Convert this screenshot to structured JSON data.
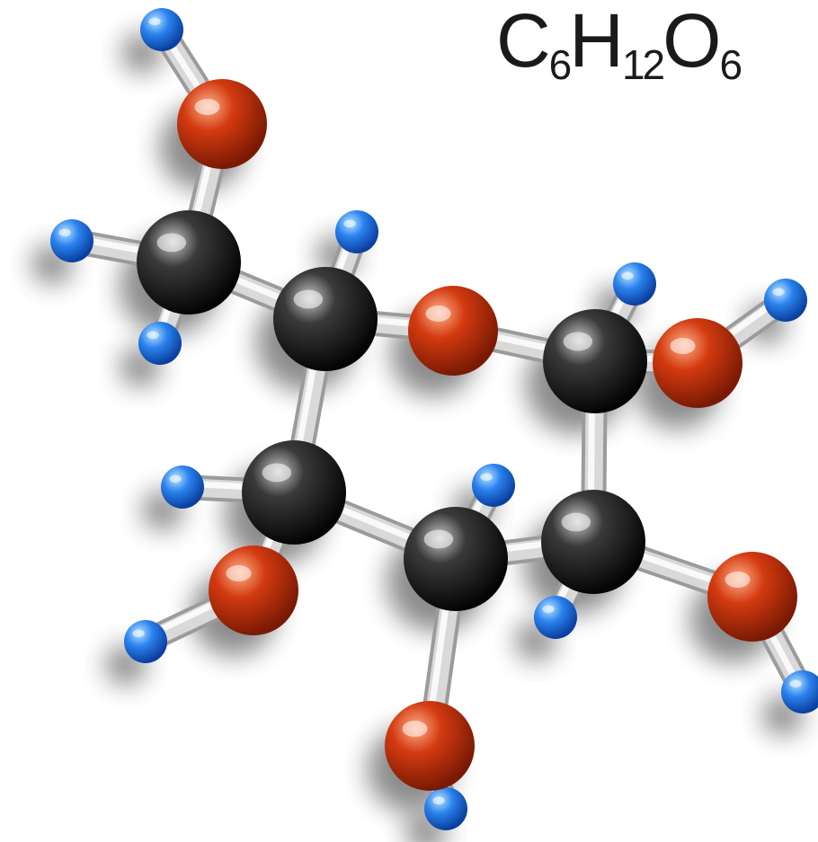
{
  "formula": {
    "symbols": [
      "C",
      "6",
      "H",
      "12",
      "O",
      "6"
    ]
  },
  "colors": {
    "carbon": "#1c1c1c",
    "oxygen": "#c8320c",
    "hydrogen": "#1f6fe0",
    "bond": "#d9d9d9",
    "background": "#ffffff"
  },
  "atoms": [
    {
      "id": "h1",
      "element": "H"
    },
    {
      "id": "o6",
      "element": "O"
    },
    {
      "id": "c6",
      "element": "C"
    },
    {
      "id": "h6a",
      "element": "H"
    },
    {
      "id": "h6b",
      "element": "H"
    },
    {
      "id": "c5",
      "element": "C"
    },
    {
      "id": "h5",
      "element": "H"
    },
    {
      "id": "o-ring",
      "element": "O"
    },
    {
      "id": "c1",
      "element": "C"
    },
    {
      "id": "h1c",
      "element": "H"
    },
    {
      "id": "o1",
      "element": "O"
    },
    {
      "id": "h1o",
      "element": "H"
    },
    {
      "id": "c4",
      "element": "C"
    },
    {
      "id": "h4",
      "element": "H"
    },
    {
      "id": "o4",
      "element": "O"
    },
    {
      "id": "h4o",
      "element": "H"
    },
    {
      "id": "c3",
      "element": "C"
    },
    {
      "id": "h3",
      "element": "H"
    },
    {
      "id": "o3",
      "element": "O"
    },
    {
      "id": "h3o",
      "element": "H"
    },
    {
      "id": "c2",
      "element": "C"
    },
    {
      "id": "h2",
      "element": "H"
    },
    {
      "id": "o2",
      "element": "O"
    },
    {
      "id": "h2o",
      "element": "H"
    }
  ],
  "bonds": [
    [
      "h1",
      "o6"
    ],
    [
      "o6",
      "c6"
    ],
    [
      "c6",
      "h6a"
    ],
    [
      "c6",
      "h6b"
    ],
    [
      "c6",
      "c5"
    ],
    [
      "c5",
      "h5"
    ],
    [
      "c5",
      "o-ring"
    ],
    [
      "o-ring",
      "c1"
    ],
    [
      "c1",
      "h1c"
    ],
    [
      "c1",
      "o1"
    ],
    [
      "o1",
      "h1o"
    ],
    [
      "c5",
      "c4"
    ],
    [
      "c4",
      "h4"
    ],
    [
      "c4",
      "o4"
    ],
    [
      "o4",
      "h4o"
    ],
    [
      "c4",
      "c3"
    ],
    [
      "c3",
      "h3"
    ],
    [
      "c3",
      "o3"
    ],
    [
      "o3",
      "h3o"
    ],
    [
      "c3",
      "c2"
    ],
    [
      "c2",
      "c1"
    ],
    [
      "c2",
      "h2"
    ],
    [
      "c2",
      "o2"
    ],
    [
      "o2",
      "h2o"
    ]
  ]
}
